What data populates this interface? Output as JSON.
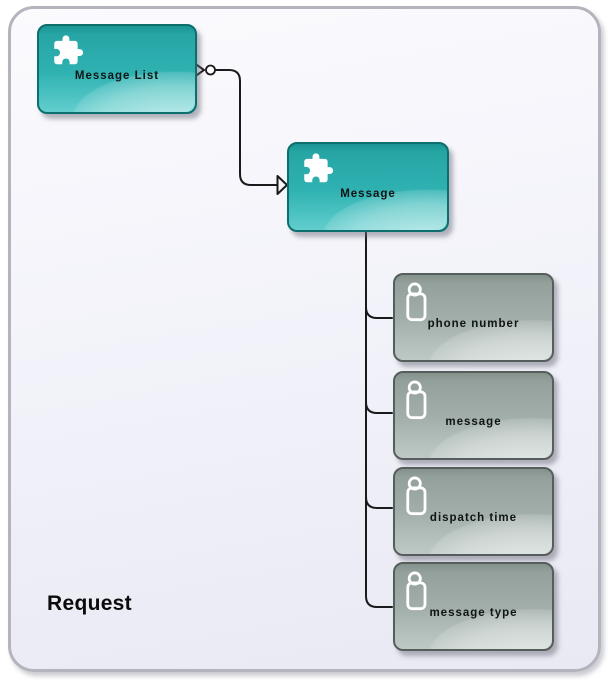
{
  "diagram": {
    "type": "xsd-schema-diagram",
    "group": {
      "label": "Request"
    },
    "nodes": [
      {
        "id": "message-list",
        "label": "Message List",
        "kind": "element",
        "icon": "puzzle-icon"
      },
      {
        "id": "message",
        "label": "Message",
        "kind": "element",
        "icon": "puzzle-icon"
      },
      {
        "id": "phone-number",
        "label": "phone number",
        "kind": "attribute",
        "icon": "tag-icon"
      },
      {
        "id": "message-attribute",
        "label": "message",
        "kind": "attribute",
        "icon": "tag-icon"
      },
      {
        "id": "dispatch-time",
        "label": "dispatch time",
        "kind": "attribute",
        "icon": "tag-icon"
      },
      {
        "id": "message-type",
        "label": "message type",
        "kind": "attribute",
        "icon": "tag-icon"
      }
    ],
    "connections": [
      {
        "from": "message-list",
        "to": "message",
        "source_marker": "arrow-circle",
        "target_marker": "bar-arrow"
      },
      {
        "from": "message",
        "to": "phone-number"
      },
      {
        "from": "message",
        "to": "message-attribute"
      },
      {
        "from": "message",
        "to": "dispatch-time"
      },
      {
        "from": "message",
        "to": "message-type"
      }
    ],
    "colors": {
      "element_fill": "#2fb1b1",
      "element_border": "#0d6e6e",
      "attribute_fill": "#a2aeaa",
      "attribute_border": "#565e5b",
      "connector": "#1a1a1a",
      "canvas_fill": "#f1f1f9",
      "canvas_border": "#b4b4be",
      "label_color": "#101414"
    }
  }
}
